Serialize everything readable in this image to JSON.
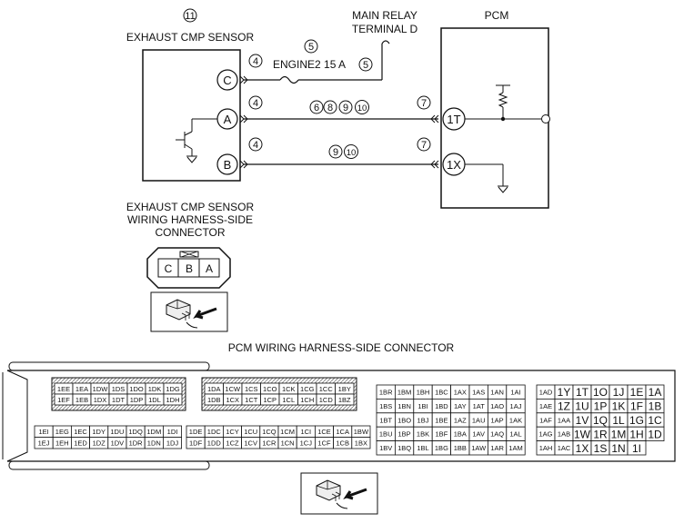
{
  "labels": {
    "sensor_num": "11",
    "sensor_title": "EXHAUST CMP SENSOR",
    "main_relay_line1": "MAIN RELAY",
    "main_relay_line2": "TERMINAL D",
    "pcm": "PCM",
    "fuse": "ENGINE2 15 A",
    "harness_line1": "EXHAUST CMP SENSOR",
    "harness_line2": "WIRING HARNESS-SIDE",
    "harness_line3": "CONNECTOR",
    "pcm_connector_title": "PCM WIRING HARNESS-SIDE CONNECTOR"
  },
  "sensor_pins": [
    "C",
    "A",
    "B"
  ],
  "pcm_pins": [
    "1T",
    "1X"
  ],
  "circled": {
    "c4": "4",
    "c5": "5",
    "c6": "6",
    "c7": "7",
    "c8": "8",
    "c9": "9",
    "c10": "10"
  },
  "sensor_connector_pins": [
    "C",
    "B",
    "A"
  ],
  "pcm_connector": {
    "hatched_left": [
      [
        "1EE",
        "1EA",
        "1DW",
        "1DS",
        "1DO",
        "1DK",
        "1DG"
      ],
      [
        "1EF",
        "1EB",
        "1DX",
        "1DT",
        "1DP",
        "1DL",
        "1DH"
      ]
    ],
    "hatched_right": [
      [
        "1DA",
        "1CW",
        "1CS",
        "1CO",
        "1CK",
        "1CG",
        "1CC",
        "1BY"
      ],
      [
        "1DB",
        "1CX",
        "1CT",
        "1CP",
        "1CL",
        "1CH",
        "1CD",
        "1BZ"
      ]
    ],
    "lower_left": [
      [
        "1EI",
        "1EG",
        "1EC",
        "1DY",
        "1DU",
        "1DQ",
        "1DM",
        "1DI"
      ],
      [
        "1EJ",
        "1EH",
        "1ED",
        "1DZ",
        "1DV",
        "1DR",
        "1DN",
        "1DJ"
      ]
    ],
    "lower_mid": [
      [
        "1DE",
        "1DC",
        "1CY",
        "1CU",
        "1CQ",
        "1CM",
        "1CI",
        "1CE",
        "1CA",
        "1BW"
      ],
      [
        "1DF",
        "1DD",
        "1CZ",
        "1CV",
        "1CR",
        "1CN",
        "1CJ",
        "1CF",
        "1CB",
        "1BX"
      ]
    ],
    "block3": [
      [
        "1BR",
        "1BM",
        "1BH",
        "1BC",
        "1AX",
        "1AS",
        "1AN",
        "1AI"
      ],
      [
        "1BS",
        "1BN",
        "1BI",
        "1BD",
        "1AY",
        "1AT",
        "1AO",
        "1AJ"
      ],
      [
        "1BT",
        "1BO",
        "1BJ",
        "1BE",
        "1AZ",
        "1AU",
        "1AP",
        "1AK"
      ],
      [
        "1BU",
        "1BP",
        "1BK",
        "1BF",
        "1BA",
        "1AV",
        "1AQ",
        "1AL"
      ],
      [
        "1BV",
        "1BQ",
        "1BL",
        "1BG",
        "1BB",
        "1AW",
        "1AR",
        "1AM"
      ]
    ],
    "block4": [
      [
        "1AD",
        "1Y",
        "1T",
        "1O",
        "1J",
        "1E",
        "1A"
      ],
      [
        "1AE",
        "1Z",
        "1U",
        "1P",
        "1K",
        "1F",
        "1B"
      ],
      [
        "1AF",
        "1AA",
        "1V",
        "1Q",
        "1L",
        "1G",
        "1C"
      ],
      [
        "1AG",
        "1AB",
        "1W",
        "1R",
        "1M",
        "1H",
        "1D"
      ],
      [
        "1AH",
        "1AC",
        "1X",
        "1S",
        "1N",
        "1I",
        ""
      ]
    ]
  }
}
